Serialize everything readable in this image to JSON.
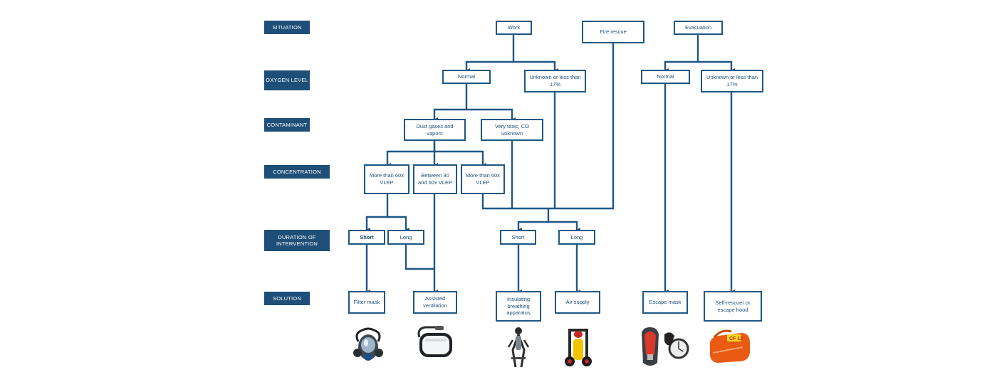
{
  "row_labels": {
    "situation": "SITUATION",
    "oxygen_level": "OXYGEN LEVEL",
    "contaminant": "CONTAMINANT",
    "concentration": "CONCENTRATION",
    "duration": "DURATION OF\nINTERVENTION",
    "solution": "SOLUTION"
  },
  "nodes": {
    "work": "Work",
    "fire_rescue": "Fire rescue",
    "evacuation": "Evacuation",
    "normal_work": "Normal",
    "unknown_work": "Unknown or less than 17%",
    "normal_evac": "Normal",
    "unknown_evac": "Unknown or less than 17%",
    "dust": "Dust gases and vapors",
    "very_toxic": "Very toxic, CO unknown",
    "more60_a": "More than 60x VLEP",
    "between": "Between 30 and 60x VLEP",
    "more60_b": "More than 60x VLEP",
    "short_a": "Short",
    "long_a": "Long",
    "short_b": "Short",
    "long_b": "Long",
    "filter_mask": "Filter mask",
    "assisted_vent": "Assisted ventilation",
    "insulating": "Insulating breathing apparatus",
    "air_supply": "Air supply",
    "escape_mask": "Escape mask",
    "self_rescuer": "Self-rescuer or escape hood"
  },
  "product_images": [
    {
      "name": "full-face-mask-image"
    },
    {
      "name": "assisted-ventilation-unit-image"
    },
    {
      "name": "breathing-apparatus-image"
    },
    {
      "name": "air-supply-trolley-image"
    },
    {
      "name": "escape-mask-image"
    },
    {
      "name": "escape-hood-bag-image",
      "label": "CF 12"
    }
  ],
  "colors": {
    "label_bg": "#1d4f78",
    "line": "#1d5785",
    "node_text": "#1d4f78"
  }
}
